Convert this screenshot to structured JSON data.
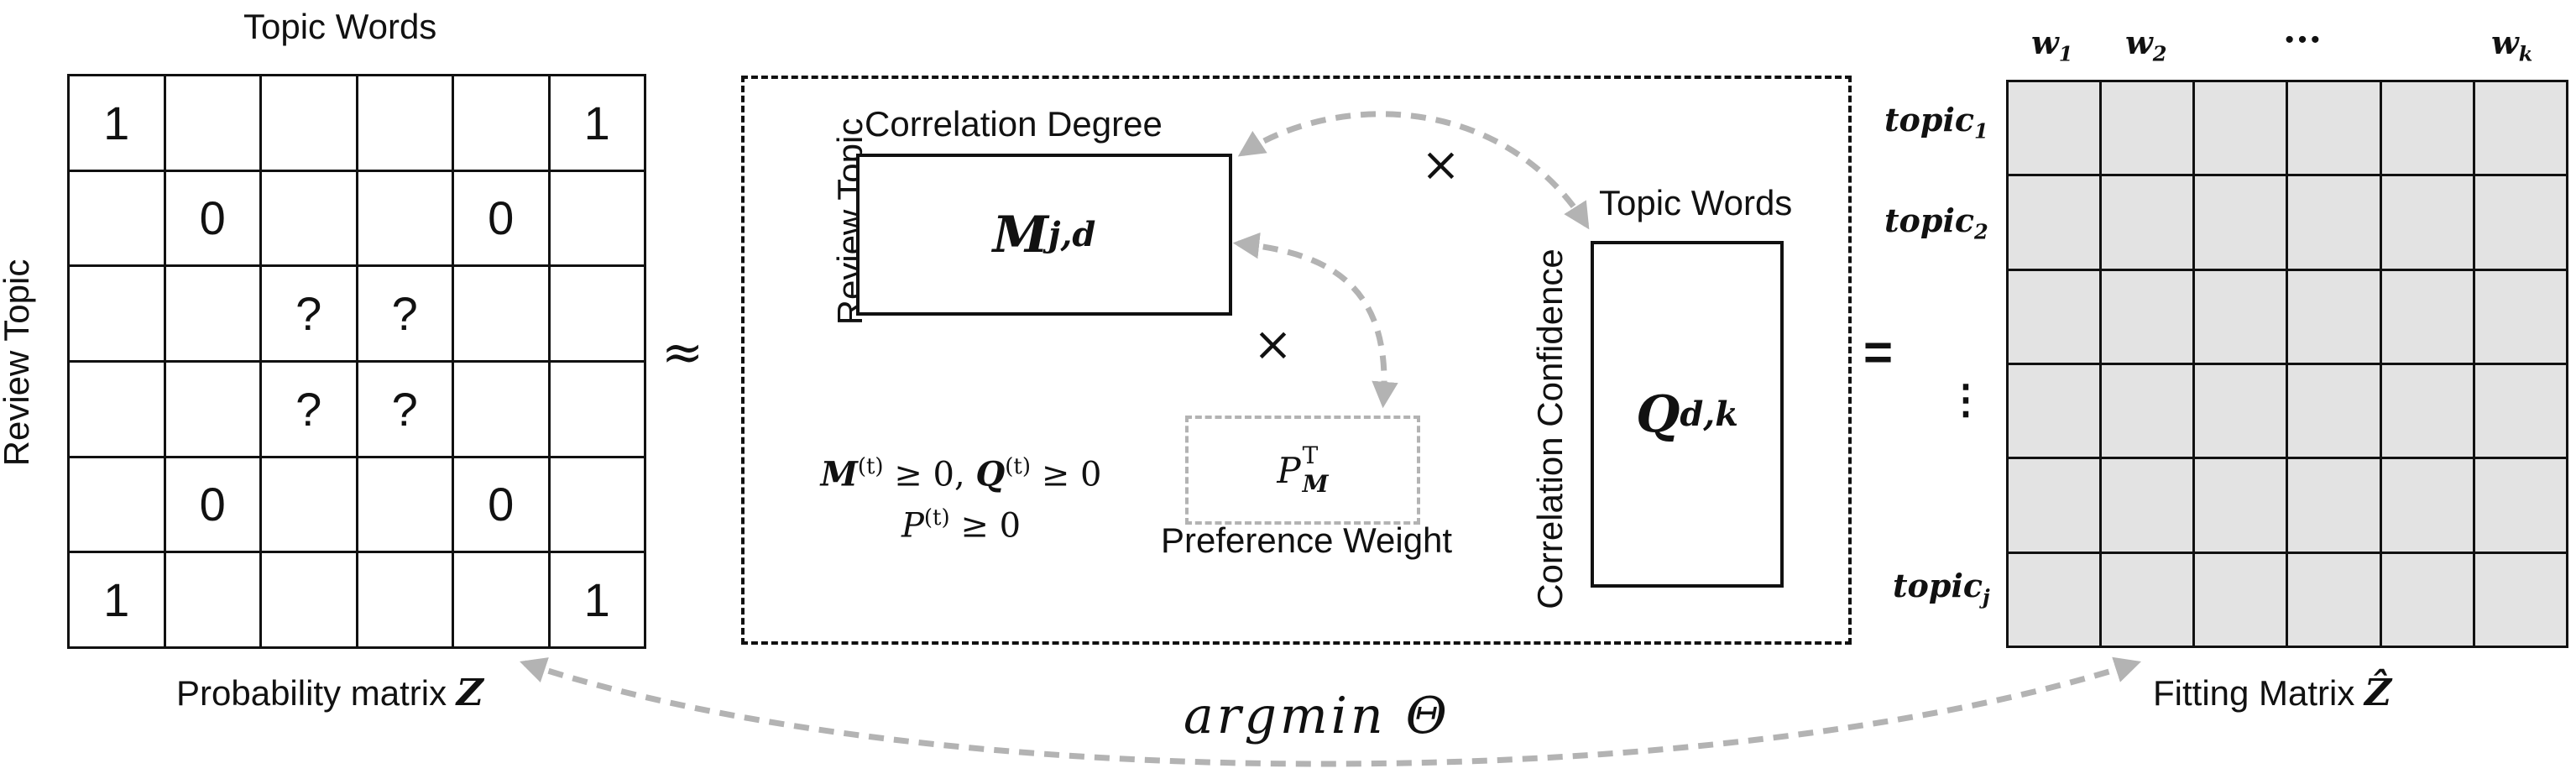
{
  "left_matrix": {
    "col_label": "Topic Words",
    "row_label": "Review Topic",
    "caption_text": "Probability matrix ",
    "caption_symbol": "Z",
    "rows": [
      [
        "1",
        "",
        "",
        "",
        "",
        "1"
      ],
      [
        "",
        "0",
        "",
        "",
        "0",
        ""
      ],
      [
        "",
        "",
        "?",
        "?",
        "",
        ""
      ],
      [
        "",
        "",
        "?",
        "?",
        "",
        ""
      ],
      [
        "",
        "0",
        "",
        "",
        "0",
        ""
      ],
      [
        "1",
        "",
        "",
        "",
        "",
        "1"
      ]
    ]
  },
  "approx_symbol": "≈",
  "factorization": {
    "m_box": {
      "title": "Correlation Degree",
      "side_label": "Review Topic",
      "symbol": "M",
      "subscript": "j,d"
    },
    "q_box": {
      "title": "Topic Words",
      "side_label": "Correlation Confidence",
      "symbol": "Q",
      "subscript": "d,k"
    },
    "p_box": {
      "symbol": "P",
      "superscript": "T",
      "subscript": "M",
      "label": "Preference Weight"
    },
    "times_symbol": "×",
    "constraints": {
      "line1_a": "M",
      "line1_b": "(t)",
      "line1_c": " ≥ 0,  ",
      "line1_d": "Q",
      "line1_e": "(t)",
      "line1_f": " ≥ 0",
      "line2_a": "P",
      "line2_b": "(t)",
      "line2_c": " ≥ 0"
    }
  },
  "equals_symbol": "=",
  "right_matrix": {
    "col_headers": [
      {
        "base": "w",
        "sub": "1"
      },
      {
        "base": "w",
        "sub": "2"
      },
      {
        "base": "···",
        "sub": ""
      },
      {
        "base": "w",
        "sub": "k"
      }
    ],
    "row_headers": [
      {
        "base": "topic",
        "sub": "1"
      },
      {
        "base": "topic",
        "sub": "2"
      },
      {
        "base": "⋮",
        "sub": ""
      },
      {
        "base": "topic",
        "sub": "j"
      }
    ],
    "caption_text": "Fitting Matrix ",
    "caption_symbol": "Ẑ"
  },
  "objective": "argmin Θ",
  "colors": {
    "line": "#111111",
    "arrow_gray": "#b3b3b3",
    "cell_fill": "#e3e3e3"
  }
}
